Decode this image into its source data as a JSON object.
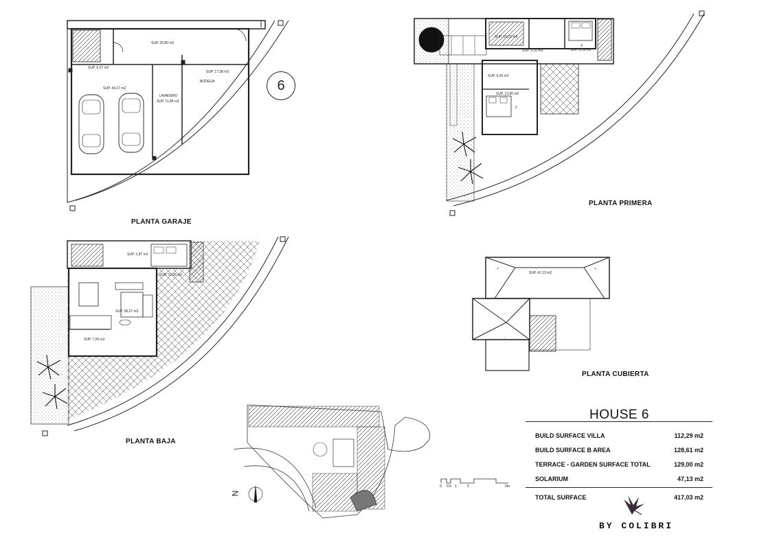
{
  "plans": {
    "garage": {
      "label": "PLANTA GARAJE",
      "rooms": [
        "SUP. 26,80 m2",
        "SUP. 6,27 m2",
        "SUP. 44,17 m2",
        "LAVADERO",
        "SUP. 11,86 m2",
        "SUP. 17,38 m2",
        "BODEGA"
      ],
      "house_number": "6"
    },
    "first": {
      "label": "PLANTA PRIMERA",
      "rooms": [
        "SUP. 18,23 m2",
        "SUP. 5,10 m2",
        "SUP. 8,59 m2",
        "SUP. 4,26 m2",
        "SUP. 12,80 m2",
        "3",
        "2"
      ]
    },
    "ground": {
      "label": "PLANTA BAJA",
      "rooms": [
        "SUP. 10,26 m2",
        "SUP. 38,27 m2",
        "SUP. 7,09 m2",
        "SUP. 1,87 m2"
      ]
    },
    "roof": {
      "label": "PLANTA CUBIERTA",
      "rooms": [
        "SUP. 47,13 m2"
      ]
    }
  },
  "summary": {
    "title": "HOUSE 6",
    "rows": [
      {
        "label": "BUILD SURFACE VILLA",
        "value": "112,29 m2"
      },
      {
        "label": "BUILD SURFACE B AREA",
        "value": "128,61 m2"
      },
      {
        "label": "TERRACE - GARDEN SURFACE TOTAL",
        "value": "129,00 m2"
      },
      {
        "label": "SOLARIUM",
        "value": "47,13 m2"
      }
    ],
    "total": {
      "label": "TOTAL SURFACE",
      "value": "417,03 m2"
    }
  },
  "scale_bar": {
    "ticks": [
      "0",
      "0.5",
      "1",
      "2",
      "5m"
    ]
  },
  "compass": {
    "letter": "N"
  },
  "brand": {
    "name": "BY COLIBRI"
  }
}
